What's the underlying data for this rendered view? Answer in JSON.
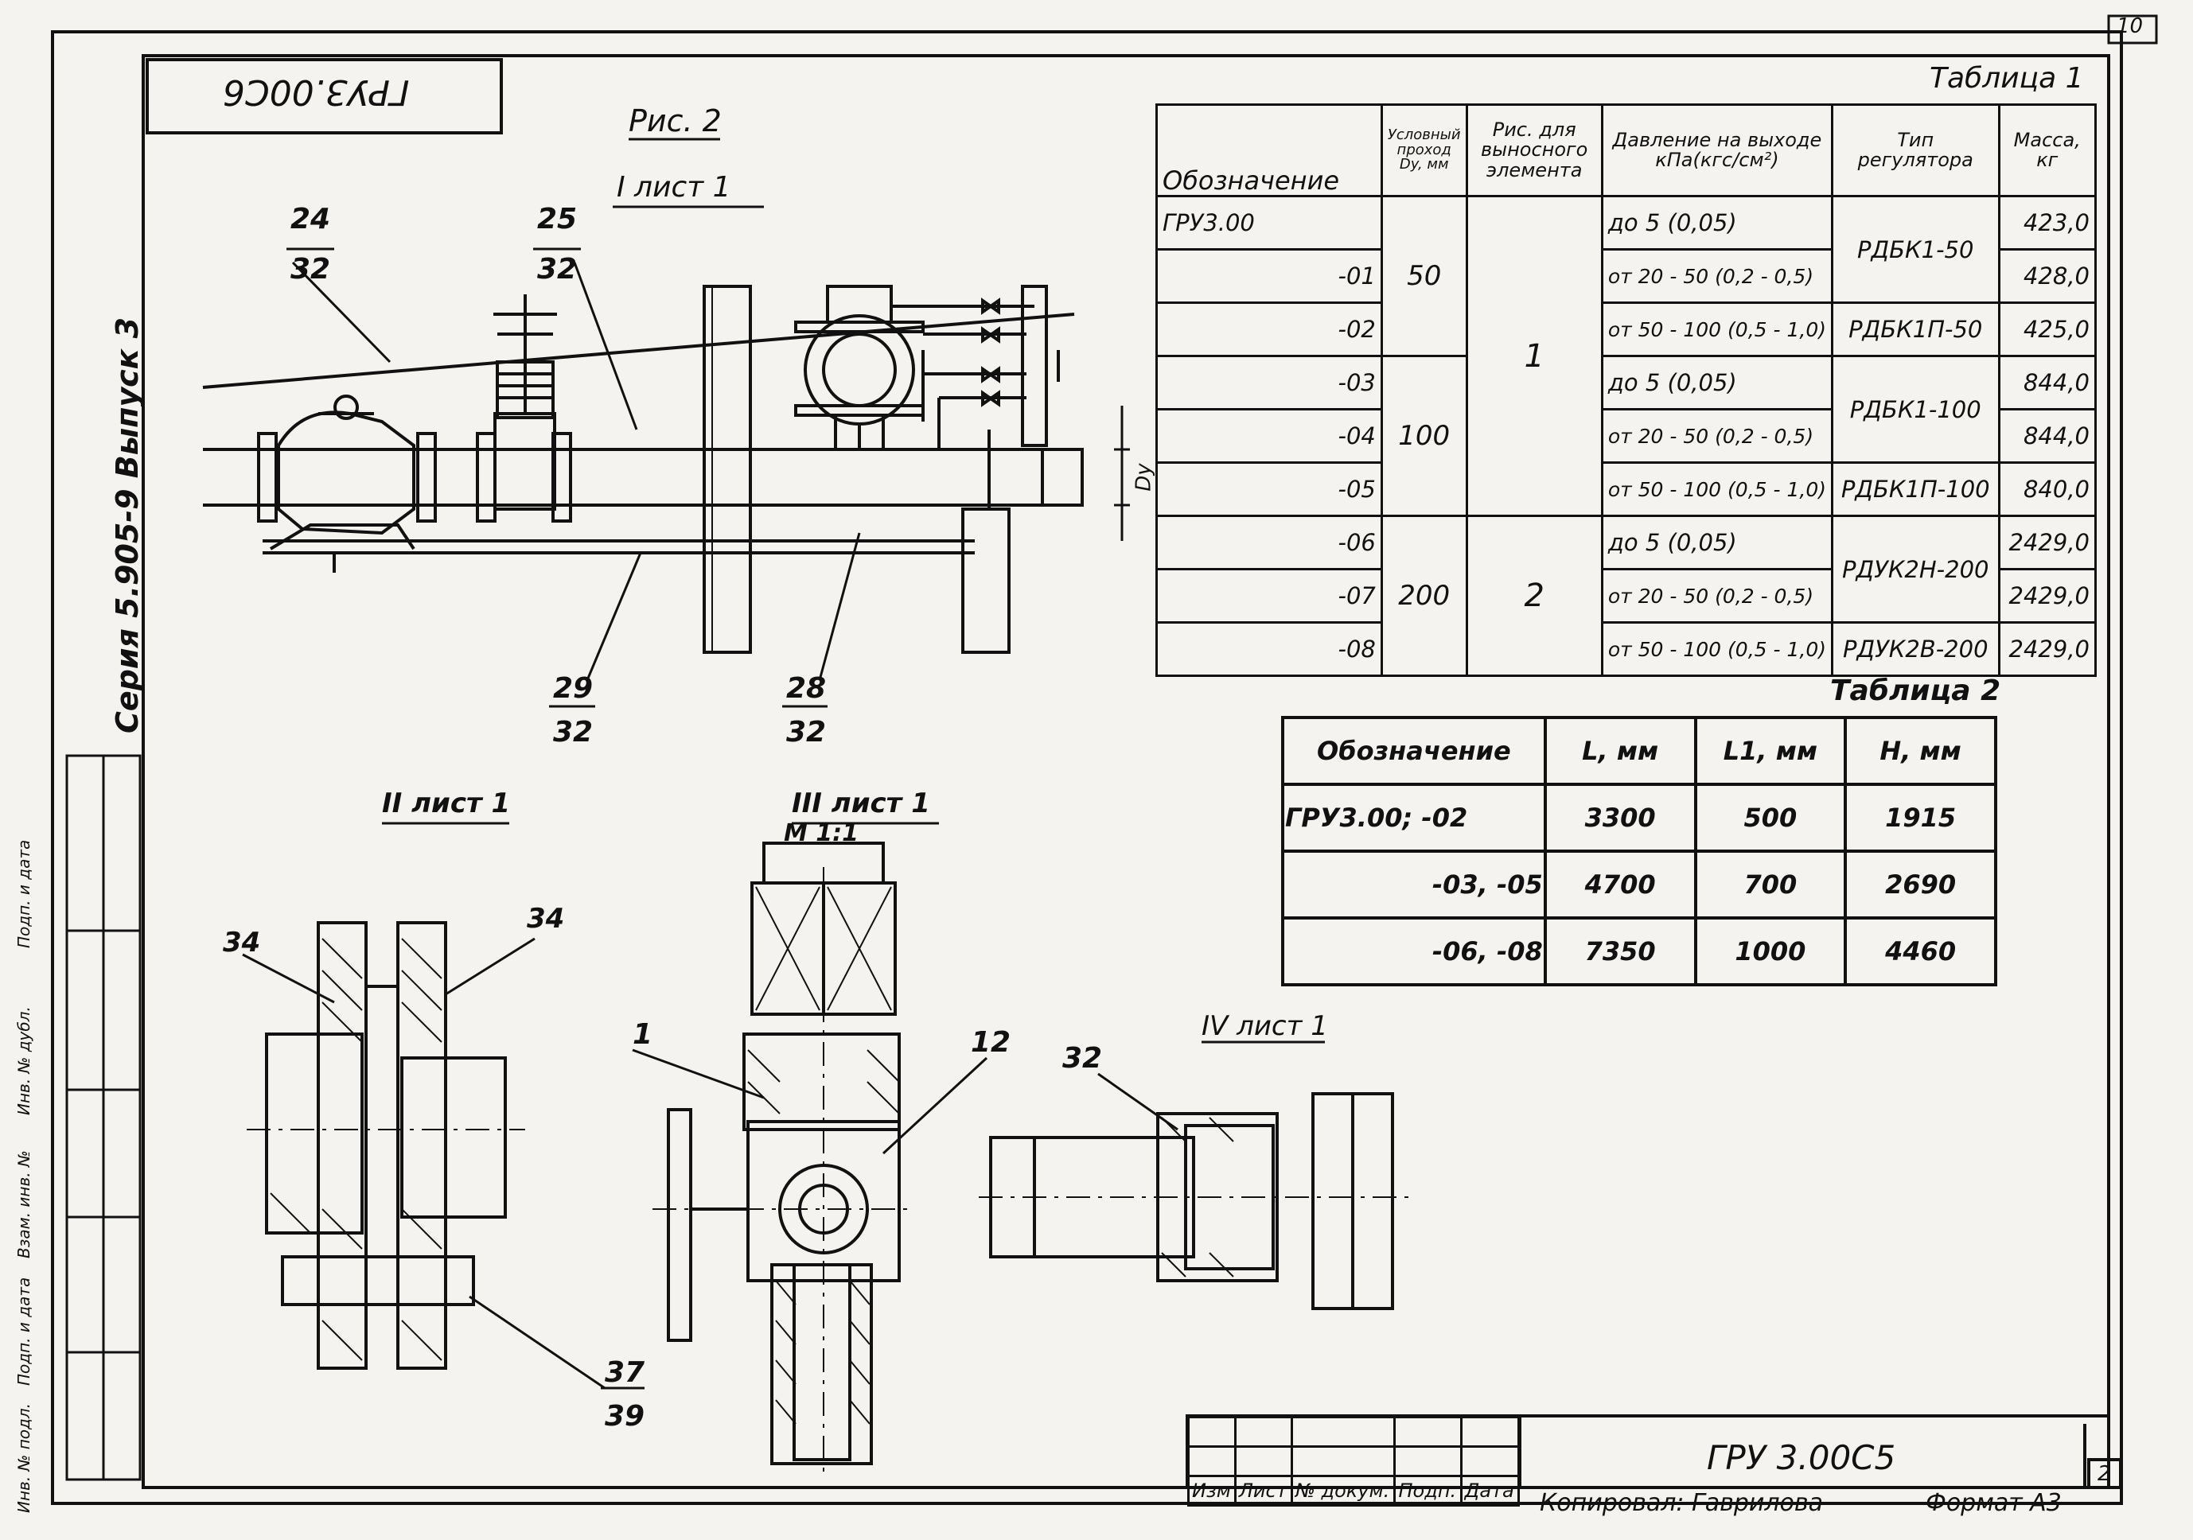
{
  "corner_page": "10",
  "stamp_code_rotated": "ГРУ3.00С6",
  "fig_title": "Рис. 2",
  "view_labels": {
    "v1": "I лист 1",
    "v2": "II лист 1",
    "v3": "III лист 1",
    "v3_scale": "М 1:1",
    "v4": "IV лист 1"
  },
  "series_vertical": "Серия 5.905-9 Выпуск 3",
  "side_stamp": [
    "Инв. № подл.",
    "Подп. и дата",
    "Взам. инв. №",
    "Инв. № дубл.",
    "Подп. и дата"
  ],
  "callouts": {
    "a": [
      "24",
      "32"
    ],
    "b": [
      "25",
      "32"
    ],
    "c": [
      "29",
      "32"
    ],
    "d": [
      "28",
      "32"
    ],
    "e": "34",
    "f": "34",
    "g": [
      "37",
      "39"
    ],
    "h": "1",
    "i": "12",
    "j": "32"
  },
  "dim_dy": "Dy",
  "table1": {
    "title": "Таблица 1",
    "headers": [
      "Обозначение",
      "Условный проход Dy, мм",
      "Рис. для выносного элемента",
      "Давление на выходе кПа(кгс/см²)",
      "Тип регулятора",
      "Масса, кг"
    ],
    "rows": [
      {
        "des": "ГРУ3.00",
        "pressure": "до 5 (0,05)",
        "mass": "423,0"
      },
      {
        "des": "-01",
        "pressure": "от 20 - 50 (0,2 - 0,5)",
        "mass": "428,0"
      },
      {
        "des": "-02",
        "pressure": "от 50 - 100 (0,5 - 1,0)",
        "mass": "425,0"
      },
      {
        "des": "-03",
        "pressure": "до 5 (0,05)",
        "mass": "844,0"
      },
      {
        "des": "-04",
        "pressure": "от 20 - 50 (0,2 - 0,5)",
        "mass": "844,0"
      },
      {
        "des": "-05",
        "pressure": "от 50 - 100 (0,5 - 1,0)",
        "mass": "840,0"
      },
      {
        "des": "-06",
        "pressure": "до 5 (0,05)",
        "mass": "2429,0"
      },
      {
        "des": "-07",
        "pressure": "от 20 - 50 (0,2 - 0,5)",
        "mass": "2429,0"
      },
      {
        "des": "-08",
        "pressure": "от 50 - 100 (0,5 - 1,0)",
        "mass": "2429,0"
      }
    ],
    "dy": [
      "50",
      "100",
      "200"
    ],
    "fig": [
      "1",
      "2"
    ],
    "reg": [
      "РДБК1-50",
      "РДБК1П-50",
      "РДБК1-100",
      "РДБК1П-100",
      "РДУК2Н-200",
      "РДУК2В-200"
    ]
  },
  "table2": {
    "title": "Таблица 2",
    "headers": [
      "Обозначение",
      "L, мм",
      "L1, мм",
      "H, мм"
    ],
    "rows": [
      [
        "ГРУ3.00; -02",
        "3300",
        "500",
        "1915"
      ],
      [
        "-03, -05",
        "4700",
        "700",
        "2690"
      ],
      [
        "-06, -08",
        "7350",
        "1000",
        "4460"
      ]
    ]
  },
  "title_block": {
    "labels": [
      "Изм",
      "Лист",
      "№ докум.",
      "Подп.",
      "Дата"
    ],
    "code": "ГРУ 3.00С5",
    "sheet": "2",
    "copied": "Копировал: Гаврилова",
    "format": "Формат А3"
  }
}
